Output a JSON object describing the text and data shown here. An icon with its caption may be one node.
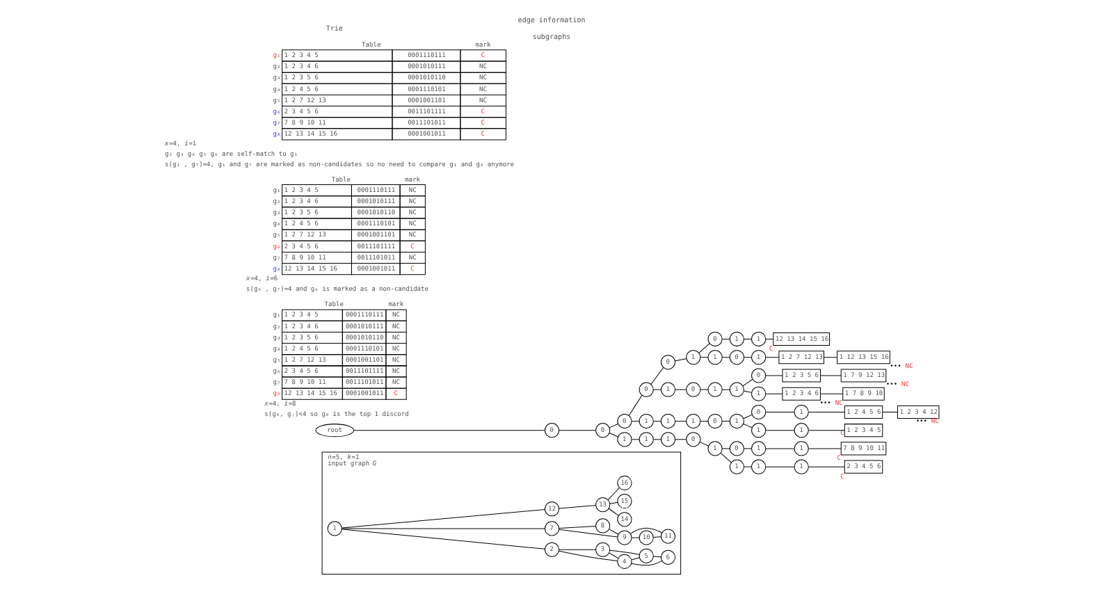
{
  "diagram": {
    "nodes": [
      {
        "text": [
          "*n*=5, *k*=1",
          "input graph *G*"
        ]
      },
      {
        "text": [
          "1"
        ],
        "in": 0
      },
      {
        "text": [
          "2"
        ],
        "in": 0
      },
      {
        "text": [
          "3"
        ],
        "in": 0
      },
      {
        "text": [
          "4"
        ],
        "in": 0
      },
      {
        "text": [
          "5"
        ],
        "in": 0
      },
      {
        "text": [
          "6"
        ],
        "in": 0
      },
      {
        "text": [
          "7"
        ],
        "in": 0
      },
      {
        "text": [
          "8"
        ],
        "in": 0
      },
      {
        "text": [
          "9"
        ],
        "in": 0
      },
      {
        "text": [
          "10"
        ],
        "in": 0
      },
      {
        "text": [
          "11"
        ],
        "in": 0
      },
      {
        "text": [
          "12"
        ],
        "in": 0
      },
      {
        "text": [
          "13"
        ],
        "in": 0
      },
      {
        "text": [
          "14"
        ],
        "in": 0
      },
      {
        "text": [
          "15"
        ],
        "in": 0
      },
      {
        "text": [
          "16"
        ],
        "in": 0
      },
      {
        "text": [
          "root"
        ]
      },
      {
        "text": [
          "0"
        ]
      },
      {
        "text": [
          "0"
        ]
      },
      {
        "text": [
          "0"
        ]
      },
      {
        "text": [
          "0"
        ]
      },
      {
        "text": [
          "0"
        ]
      },
      {
        "text": [
          "1"
        ]
      },
      {
        "text": [
          "0"
        ]
      },
      {
        "text": [
          "1"
        ]
      },
      {
        "text": [
          "1"
        ]
      },
      {
        "text": [
          "12 13 14 15 16"
        ],
        "beside": [
          "C"
        ]
      },
      {
        "text": [
          "1"
        ]
      },
      {
        "text": [
          "0"
        ]
      },
      {
        "text": [
          "1"
        ]
      },
      {
        "text": [
          "1 2 7 12 13"
        ]
      },
      {
        "text": [
          "1 12 13 15 16"
        ],
        "beside": [
          "•••",
          "NC"
        ]
      },
      {
        "text": [
          "1"
        ]
      },
      {
        "text": [
          "0"
        ]
      },
      {
        "text": [
          "1"
        ]
      },
      {
        "text": [
          "1"
        ]
      },
      {
        "text": [
          "0"
        ]
      },
      {
        "text": [
          "1 2 3 5 6"
        ]
      },
      {
        "text": [
          "1 7 9 12 13"
        ],
        "beside": [
          "•••",
          "NC"
        ]
      },
      {
        "text": [
          "1"
        ]
      },
      {
        "text": [
          "1 2 3 4 6"
        ]
      },
      {
        "text": [
          "1 7 8 9 10"
        ],
        "beside": [
          "•••",
          "NC"
        ]
      },
      {
        "text": [
          "1"
        ]
      },
      {
        "text": [
          "1"
        ]
      },
      {
        "text": [
          "1"
        ]
      },
      {
        "text": [
          "0"
        ]
      },
      {
        "text": [
          "1"
        ]
      },
      {
        "text": [
          "0"
        ]
      },
      {
        "text": [
          "1"
        ]
      },
      {
        "text": [
          "1 2 4 5 6"
        ]
      },
      {
        "text": [
          "1 2 3 4 12"
        ],
        "beside": [
          "•••",
          "NC"
        ]
      },
      {
        "text": [
          "1"
        ]
      },
      {
        "text": [
          "1"
        ]
      },
      {
        "text": [
          "1 2 3 4 5"
        ],
        "beside": [
          "C"
        ]
      },
      {
        "text": [
          "1"
        ]
      },
      {
        "text": [
          "1"
        ]
      },
      {
        "text": [
          "1"
        ]
      },
      {
        "text": [
          "0"
        ]
      },
      {
        "text": [
          "1"
        ]
      },
      {
        "text": [
          "0"
        ]
      },
      {
        "text": [
          "1"
        ]
      },
      {
        "text": [
          "1"
        ]
      },
      {
        "text": [
          "7 8 9 10 11"
        ],
        "beside": [
          "C"
        ]
      },
      {
        "text": [
          "1"
        ]
      },
      {
        "text": [
          "1"
        ]
      },
      {
        "text": [
          "1"
        ]
      },
      {
        "text": [
          "2 3 4 5 6"
        ],
        "beside": [
          "C"
        ]
      }
    ],
    "edges": [
      {
        "from": 1,
        "to": 2,
        "arrow": "none"
      },
      {
        "from": 1,
        "to": 12,
        "arrow": "none"
      },
      {
        "from": 1,
        "to": 7,
        "arrow": "none"
      },
      {
        "from": 2,
        "to": 3,
        "arrow": "none"
      },
      {
        "from": 2,
        "to": 4,
        "arrow": "none"
      },
      {
        "from": 3,
        "to": 5,
        "arrow": "none"
      },
      {
        "from": 3,
        "to": 4,
        "arrow": "none"
      },
      {
        "from": 4,
        "to": 5,
        "arrow": "none"
      },
      {
        "from": 4,
        "to": 6,
        "arrow": "none"
      },
      {
        "from": 5,
        "to": 6,
        "arrow": "none"
      },
      {
        "from": 7,
        "to": 8,
        "arrow": "none"
      },
      {
        "from": 7,
        "to": 9,
        "arrow": "none"
      },
      {
        "from": 8,
        "to": 9,
        "arrow": "none"
      },
      {
        "from": 9,
        "to": 10,
        "arrow": "none"
      },
      {
        "from": 9,
        "to": 11,
        "arrow": "none"
      },
      {
        "from": 10,
        "to": 11,
        "arrow": "none"
      },
      {
        "from": 12,
        "to": 13,
        "arrow": "none"
      },
      {
        "from": 13,
        "to": 14,
        "arrow": "none"
      },
      {
        "from": 13,
        "to": 15,
        "arrow": "none"
      },
      {
        "from": 13,
        "to": 16,
        "arrow": "none"
      },
      {
        "from": 17,
        "to": 18,
        "arrow": "none"
      },
      {
        "from": 18,
        "to": 19,
        "arrow": "none"
      },
      {
        "from": 19,
        "to": 20,
        "arrow": "none"
      },
      {
        "from": 20,
        "to": 21,
        "arrow": "none"
      },
      {
        "from": 21,
        "to": 22,
        "arrow": "none"
      },
      {
        "from": 22,
        "to": 23,
        "arrow": "none"
      },
      {
        "from": 23,
        "to": 24,
        "arrow": "none"
      },
      {
        "from": 24,
        "to": 25,
        "arrow": "none"
      },
      {
        "from": 25,
        "to": 26,
        "arrow": "none"
      },
      {
        "from": 26,
        "to": 27,
        "arrow": "none"
      },
      {
        "from": 23,
        "to": 28,
        "arrow": "none"
      },
      {
        "from": 28,
        "to": 29,
        "arrow": "none"
      },
      {
        "from": 29,
        "to": 30,
        "arrow": "none"
      },
      {
        "from": 30,
        "to": 31,
        "arrow": "none"
      },
      {
        "from": 31,
        "to": 32,
        "arrow": "none"
      },
      {
        "from": 21,
        "to": 33,
        "arrow": "none"
      },
      {
        "from": 33,
        "to": 34,
        "arrow": "none"
      },
      {
        "from": 34,
        "to": 35,
        "arrow": "none"
      },
      {
        "from": 35,
        "to": 36,
        "arrow": "none"
      },
      {
        "from": 36,
        "to": 37,
        "arrow": "none"
      },
      {
        "from": 37,
        "to": 38,
        "arrow": "none"
      },
      {
        "from": 38,
        "to": 39,
        "arrow": "none"
      },
      {
        "from": 36,
        "to": 40,
        "arrow": "none"
      },
      {
        "from": 40,
        "to": 41,
        "arrow": "none"
      },
      {
        "from": 41,
        "to": 42,
        "arrow": "none"
      },
      {
        "from": 20,
        "to": 43,
        "arrow": "none"
      },
      {
        "from": 43,
        "to": 44,
        "arrow": "none"
      },
      {
        "from": 44,
        "to": 45,
        "arrow": "none"
      },
      {
        "from": 45,
        "to": 46,
        "arrow": "none"
      },
      {
        "from": 46,
        "to": 47,
        "arrow": "none"
      },
      {
        "from": 47,
        "to": 48,
        "arrow": "none"
      },
      {
        "from": 48,
        "to": 49,
        "arrow": "none"
      },
      {
        "from": 49,
        "to": 50,
        "arrow": "none"
      },
      {
        "from": 50,
        "to": 51,
        "arrow": "none"
      },
      {
        "from": 47,
        "to": 52,
        "arrow": "none"
      },
      {
        "from": 52,
        "to": 53,
        "arrow": "none"
      },
      {
        "from": 53,
        "to": 54,
        "arrow": "none"
      },
      {
        "from": 19,
        "to": 55,
        "arrow": "none"
      },
      {
        "from": 55,
        "to": 56,
        "arrow": "none"
      },
      {
        "from": 56,
        "to": 57,
        "arrow": "none"
      },
      {
        "from": 57,
        "to": 58,
        "arrow": "none"
      },
      {
        "from": 58,
        "to": 59,
        "arrow": "none"
      },
      {
        "from": 59,
        "to": 60,
        "arrow": "none"
      },
      {
        "from": 60,
        "to": 61,
        "arrow": "none"
      },
      {
        "from": 61,
        "to": 62,
        "arrow": "none"
      },
      {
        "from": 62,
        "to": 63,
        "arrow": "none"
      },
      {
        "from": 59,
        "to": 64,
        "arrow": "none"
      },
      {
        "from": 64,
        "to": 65,
        "arrow": "none"
      },
      {
        "from": 65,
        "to": 66,
        "arrow": "none"
      },
      {
        "from": 66,
        "to": 67,
        "arrow": "none"
      }
    ],
    "labels": [
      "Table",
      "mark",
      "g₁",
      "1 2 3 4 5",
      "0001110111",
      "C",
      "g₂",
      "1 2 3 4 6",
      "0001010111",
      "NC",
      "g₃",
      "1 2 3 5 6",
      "0001010110",
      "NC",
      "g₄",
      "1 2 4 5 6",
      "0001110101",
      "NC",
      "g₅",
      "1 2 7 12 13",
      "0001001101",
      "NC",
      "g₆",
      "2 3 4 5 6",
      "0011101111",
      "C",
      "g₇",
      "7 8 9 10 11",
      "0011101011",
      "C",
      "g₈",
      "12 13 14 15 16",
      "0001001011",
      "C",
      "*x*=4, *i*=1",
      "g₂ g₃ g₄ g₅ g₆ are self-match to g₁",
      "s(g₁ , g₇)=4, g₁ and g₇ are marked as non-candidates so no need to compare g₁ and g₈ anymore",
      "Table",
      "mark",
      "g₁",
      "1 2 3 4 5",
      "0001110111",
      "NC",
      "g₂",
      "1 2 3 4 6",
      "0001010111",
      "NC",
      "g₃",
      "1 2 3 5 6",
      "0001010110",
      "NC",
      "g₄",
      "1 2 4 5 6",
      "0001110101",
      "NC",
      "g₅",
      "1 2 7 12 13",
      "0001001101",
      "NC",
      "g₆",
      "2 3 4 5 6",
      "0011101111",
      "C",
      "g₇",
      "7 8 9 10 11",
      "0011101011",
      "NC",
      "g₈",
      "12 13 14 15 16",
      "0001001011",
      "C",
      "*x*=4, *i*=6",
      "s(g₆ , g₇)=4 and g₆ is marked as a non-candidate",
      "Table",
      "mark",
      "g₁",
      "1 2 3 4 5",
      "0001110111",
      "NC",
      "g₂",
      "1 2 3 4 6",
      "0001010111",
      "NC",
      "g₃",
      "1 2 3 5 6",
      "0001010110",
      "NC",
      "g₄",
      "1 2 4 5 6",
      "0001110101",
      "NC",
      "g₅",
      "1 2 7 12 13",
      "0001001101",
      "NC",
      "g₆",
      "2 3 4 5 6",
      "0011101111",
      "NC",
      "g₇",
      "7 8 9 10 11",
      "0011101011",
      "NC",
      "g₈",
      "12 13 14 15 16",
      "0001001011",
      "C",
      "*x*=4, *i*=8",
      "s(g₈, gⱼ)<4 so g₈ is the top 1 discord",
      "Trie",
      "edge information",
      "subgraphs"
    ]
  }
}
